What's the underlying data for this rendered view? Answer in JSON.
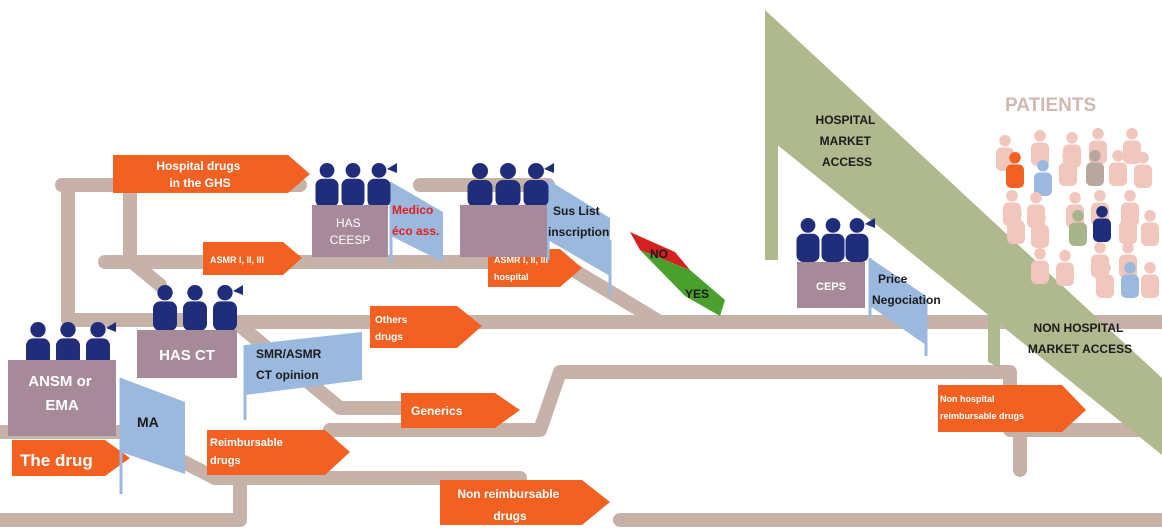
{
  "colors": {
    "road": "#c7b2aa",
    "arrow": "#f26122",
    "arrow_text": "#ffffff",
    "people": "#1f2d7a",
    "box": "#a68a99",
    "flag": "#9bb9de",
    "green_band": "#b0b88e",
    "no_red": "#d42020",
    "yes_green": "#4aa02c",
    "patients_title": "#cfb9b1",
    "medico_text": "#e21d1d"
  },
  "patients": {
    "title": "PATIENTS",
    "figure_colors": [
      "#f26122",
      "#9bb9de",
      "#b8a79f",
      "#a8b48a",
      "#1f2d7a",
      "#f0c6bd"
    ]
  },
  "bands": {
    "hospital": "HOSPITAL MARKET ACCESS",
    "hospital_lines": [
      "HOSPITAL",
      "MARKET",
      "ACCESS"
    ],
    "non_hospital_lines": [
      "NON HOSPITAL",
      "MARKET ACCESS"
    ]
  },
  "arrows": {
    "the_drug": [
      "The drug"
    ],
    "hospital_drugs": [
      "Hospital drugs",
      "in the GHS"
    ],
    "asmr_upper": [
      "ASMR I, II, III"
    ],
    "asmr_hospital": [
      "ASMR I, II, III",
      "hospital"
    ],
    "others_drugs": [
      "Others",
      "drugs"
    ],
    "generics": [
      "Generics"
    ],
    "reimbursable": [
      "Reimbursable",
      "drugs"
    ],
    "non_reimbursable": [
      "Non reimbursable",
      "drugs"
    ],
    "non_hospital_reimb": [
      "Non hospital",
      "reimbursable drugs"
    ]
  },
  "boxes": {
    "ansm": [
      "ANSM or",
      "EMA"
    ],
    "has_ct": [
      "HAS CT"
    ],
    "has_ceesp": [
      "HAS",
      "CEESP"
    ],
    "ceps": [
      "CEPS"
    ]
  },
  "flags": {
    "ma": [
      "MA"
    ],
    "smr": [
      "SMR/ASMR",
      "CT opinion"
    ],
    "medico": [
      "Medico",
      "éco ass."
    ],
    "sus_list": [
      "Sus List",
      "inscription"
    ],
    "price": [
      "Price",
      "Negociation"
    ]
  },
  "decision": {
    "no": "NO",
    "yes": "YES"
  }
}
